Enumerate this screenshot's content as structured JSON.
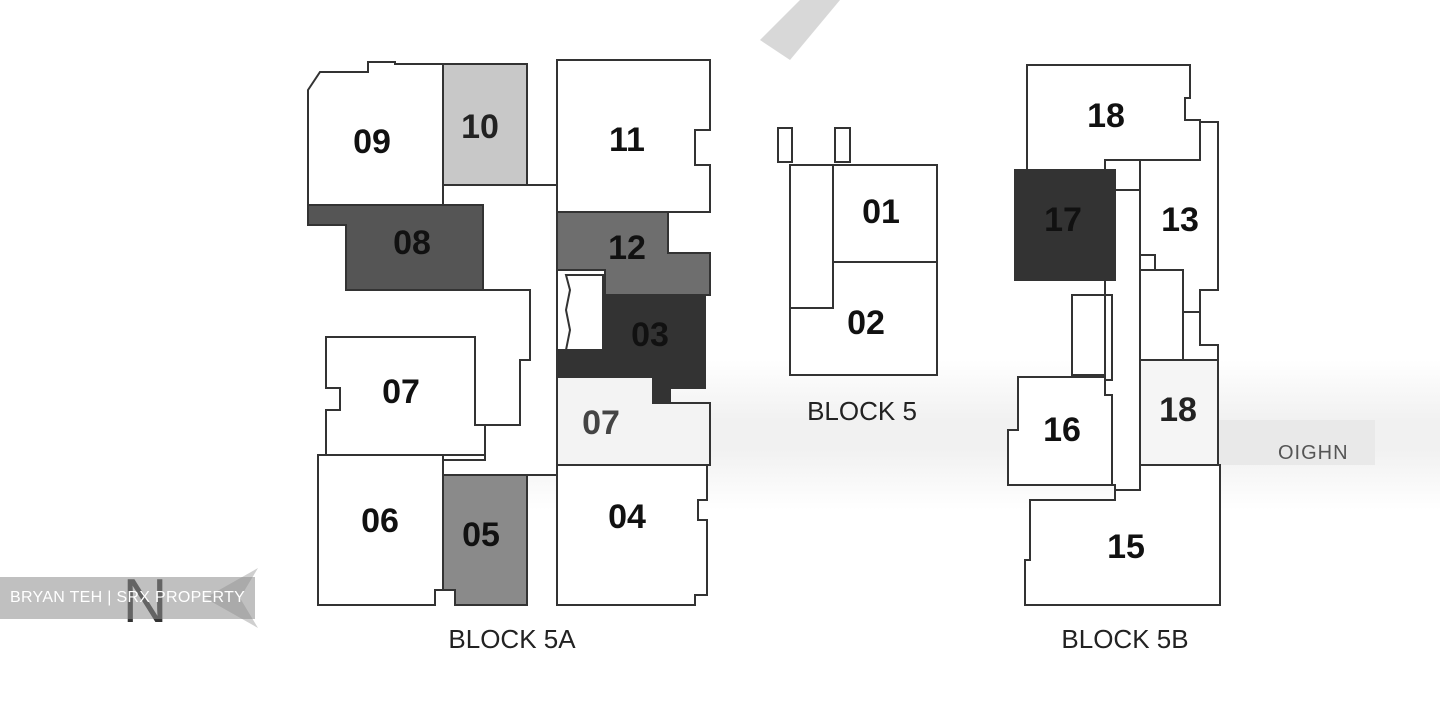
{
  "blocks": {
    "block_5a": "BLOCK 5A",
    "block_5": "BLOCK 5",
    "block_5b": "BLOCK 5B"
  },
  "units": {
    "u09": "09",
    "u10": "10",
    "u11": "11",
    "u08": "08",
    "u12": "12",
    "u03": "03",
    "u07a": "07",
    "u07b": "07",
    "u06": "06",
    "u05": "05",
    "u04": "04",
    "u01": "01",
    "u02": "02",
    "u18a": "18",
    "u17": "17",
    "u13": "13",
    "u16": "16",
    "u18b": "18",
    "u15": "15"
  },
  "road_label": "OIGHN",
  "north_label": "N",
  "watermark": "BRYAN TEH | SRX PROPERTY",
  "colors": {
    "white_unit": "#ffffff",
    "light_grey_unit": "#c8c8c8",
    "mid_grey_unit": "#6e6e6e",
    "dark_grey_unit": "#4a4a4a",
    "black_unit": "#333333",
    "outline": "#333333"
  }
}
